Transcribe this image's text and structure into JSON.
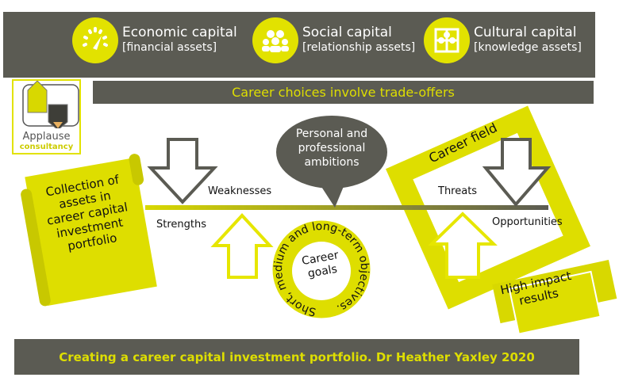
{
  "header": {
    "capitals": [
      {
        "icon": "speedometer-icon",
        "title": "Economic capital",
        "subtitle": "[financial assets]"
      },
      {
        "icon": "people-icon",
        "title": "Social capital",
        "subtitle": "[relationship assets]"
      },
      {
        "icon": "puzzle-icon",
        "title": "Cultural capital",
        "subtitle": "[knowledge assets]"
      }
    ]
  },
  "logo": {
    "name": "Applause",
    "sub": "consultancy"
  },
  "banner": "Career choices involve trade-offers",
  "ambitions": "Personal and professional ambitions",
  "ambitions_lines": [
    "Personal and",
    "professional",
    "ambitions"
  ],
  "portfolio": "Collection of assets in career capital investment portfolio",
  "portfolio_lines": [
    "Collection of",
    "assets in",
    "career capital",
    "investment",
    "portfolio"
  ],
  "swot": {
    "weaknesses": "Weaknesses",
    "strengths": "Strengths",
    "threats": "Threats",
    "opportunities": "Opportunities"
  },
  "goals": {
    "center_lines": [
      "Career",
      "goals"
    ],
    "ring": "Short, medium and long-term objectives."
  },
  "career_field": "Career field",
  "results_lines": [
    "High impact",
    "results"
  ],
  "footer": "Creating a career capital investment portfolio. Dr Heather Yaxley 2020",
  "colors": {
    "yellow": "#dede00",
    "dark": "#5b5b53"
  }
}
